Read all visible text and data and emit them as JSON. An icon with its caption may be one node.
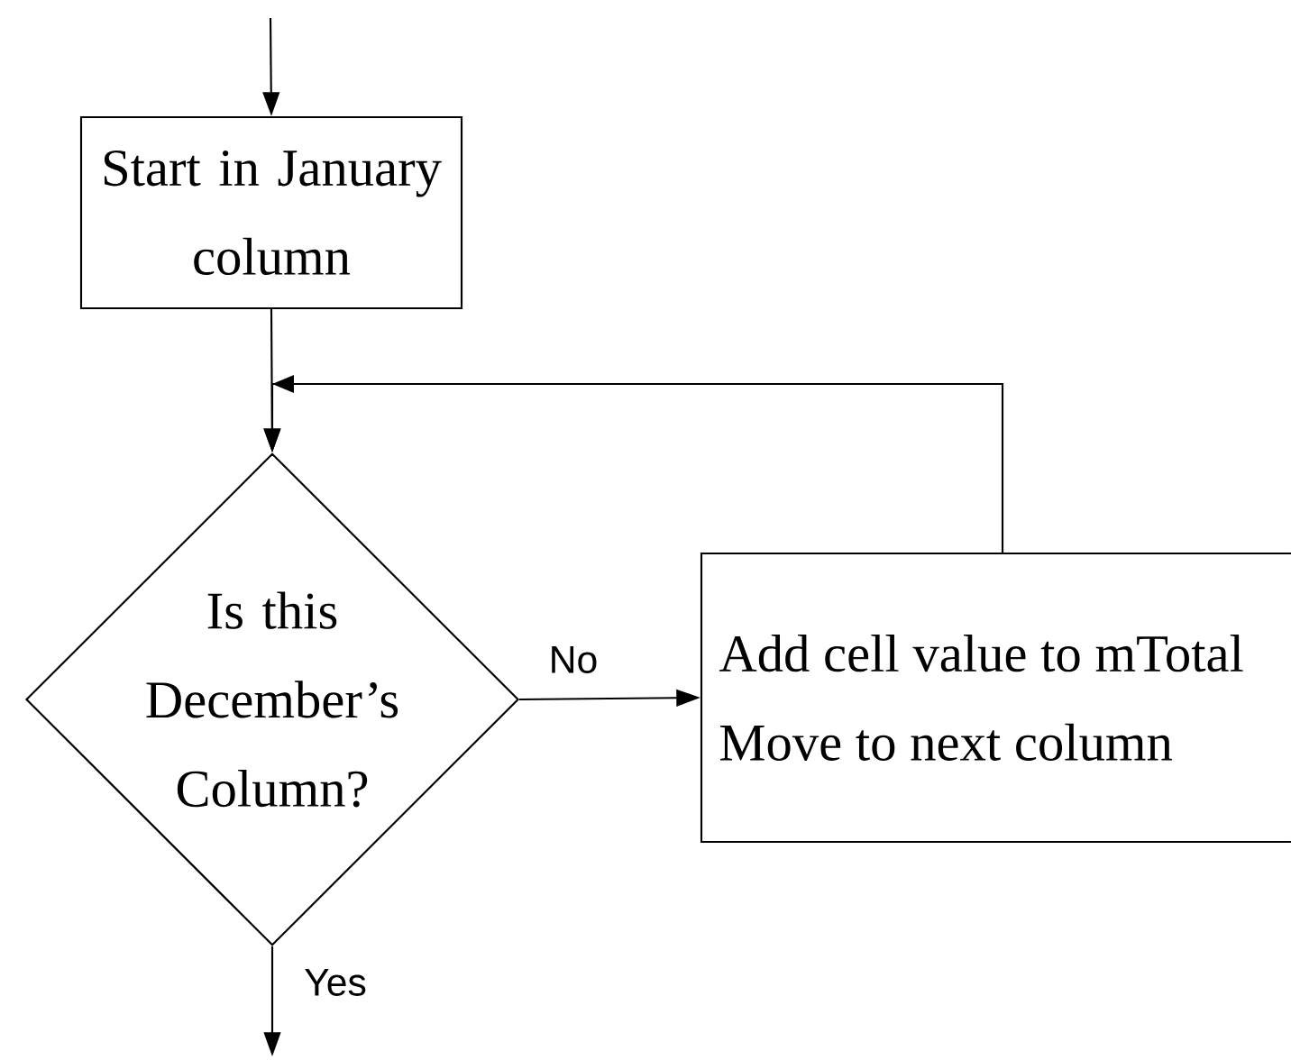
{
  "diagram": {
    "nodes": [
      {
        "text": [
          "Start in January column"
        ]
      },
      {
        "text": [
          "Is this December’s Column?"
        ]
      },
      {
        "text": [
          "Add cell value to mTotal Move to next column"
        ]
      }
    ],
    "edges": [
      {
        "from": null,
        "to": 0,
        "arrow": "to"
      },
      {
        "from": 0,
        "to": 1,
        "arrow": "to"
      },
      {
        "from": 1,
        "to": 2,
        "arrow": "to",
        "label": "No"
      },
      {
        "from": 2,
        "to": 1,
        "arrow": "to"
      },
      {
        "from": 1,
        "to": null,
        "arrow": "to",
        "label": "Yes"
      }
    ]
  }
}
